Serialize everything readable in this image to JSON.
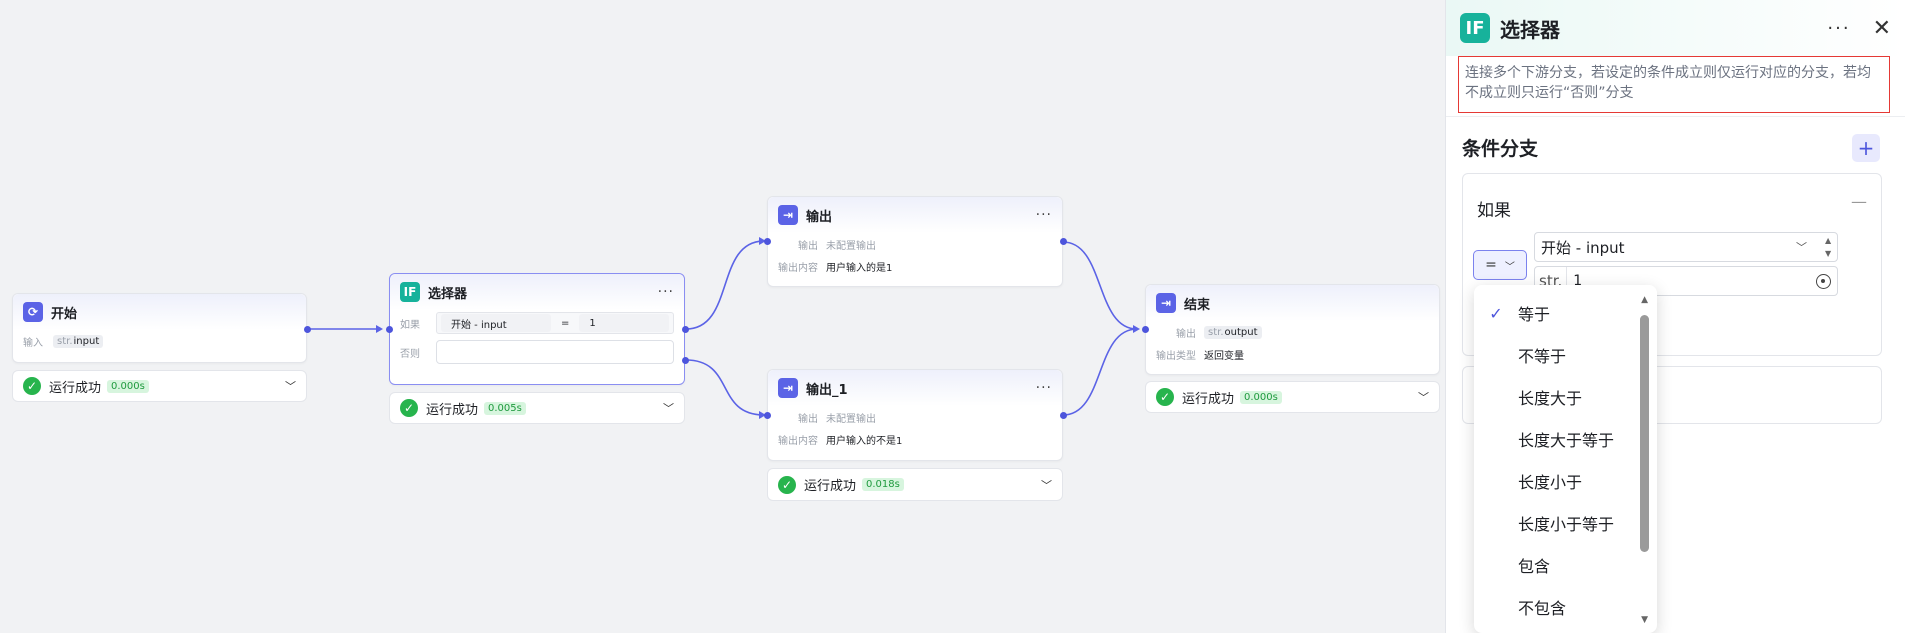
{
  "nodes": {
    "start": {
      "title": "开始",
      "input_label": "输入",
      "var_type": "str.",
      "var_name": "input",
      "status": "运行成功",
      "time": "0.000s"
    },
    "selector": {
      "title": "选择器",
      "if_label": "如果",
      "cond_left": "开始 - input",
      "cond_op": "=",
      "cond_right": "1",
      "else_label": "否则",
      "status": "运行成功",
      "time": "0.005s"
    },
    "output": {
      "title": "输出",
      "out_label": "输出",
      "out_value": "未配置输出",
      "content_label": "输出内容",
      "content_value": "用户输入的是1"
    },
    "output1": {
      "title": "输出_1",
      "out_label": "输出",
      "out_value": "未配置输出",
      "content_label": "输出内容",
      "content_value": "用户输入的不是1",
      "status": "运行成功",
      "time": "0.018s"
    },
    "end": {
      "title": "结束",
      "out_label": "输出",
      "var_type": "str.",
      "var_name": "output",
      "type_label": "输出类型",
      "type_value": "返回变量",
      "status": "运行成功",
      "time": "0.000s"
    }
  },
  "panel": {
    "title": "选择器",
    "description": "连接多个下游分支，若设定的条件成立则仅运行对应的分支，若均不成立则只运行“否则”分支",
    "section_title": "条件分支",
    "if_label": "如果",
    "operator": "=",
    "variable": "开始 - input",
    "value_type": "str.",
    "value": "1"
  },
  "dropdown": {
    "selected": "等于",
    "options": [
      "等于",
      "不等于",
      "长度大于",
      "长度大于等于",
      "长度小于",
      "长度小于等于",
      "包含",
      "不包含"
    ]
  },
  "colors": {
    "accent": "#4d55dc",
    "success": "#27b44d",
    "teal": "#17b29b",
    "highlight_border": "#e53935"
  }
}
